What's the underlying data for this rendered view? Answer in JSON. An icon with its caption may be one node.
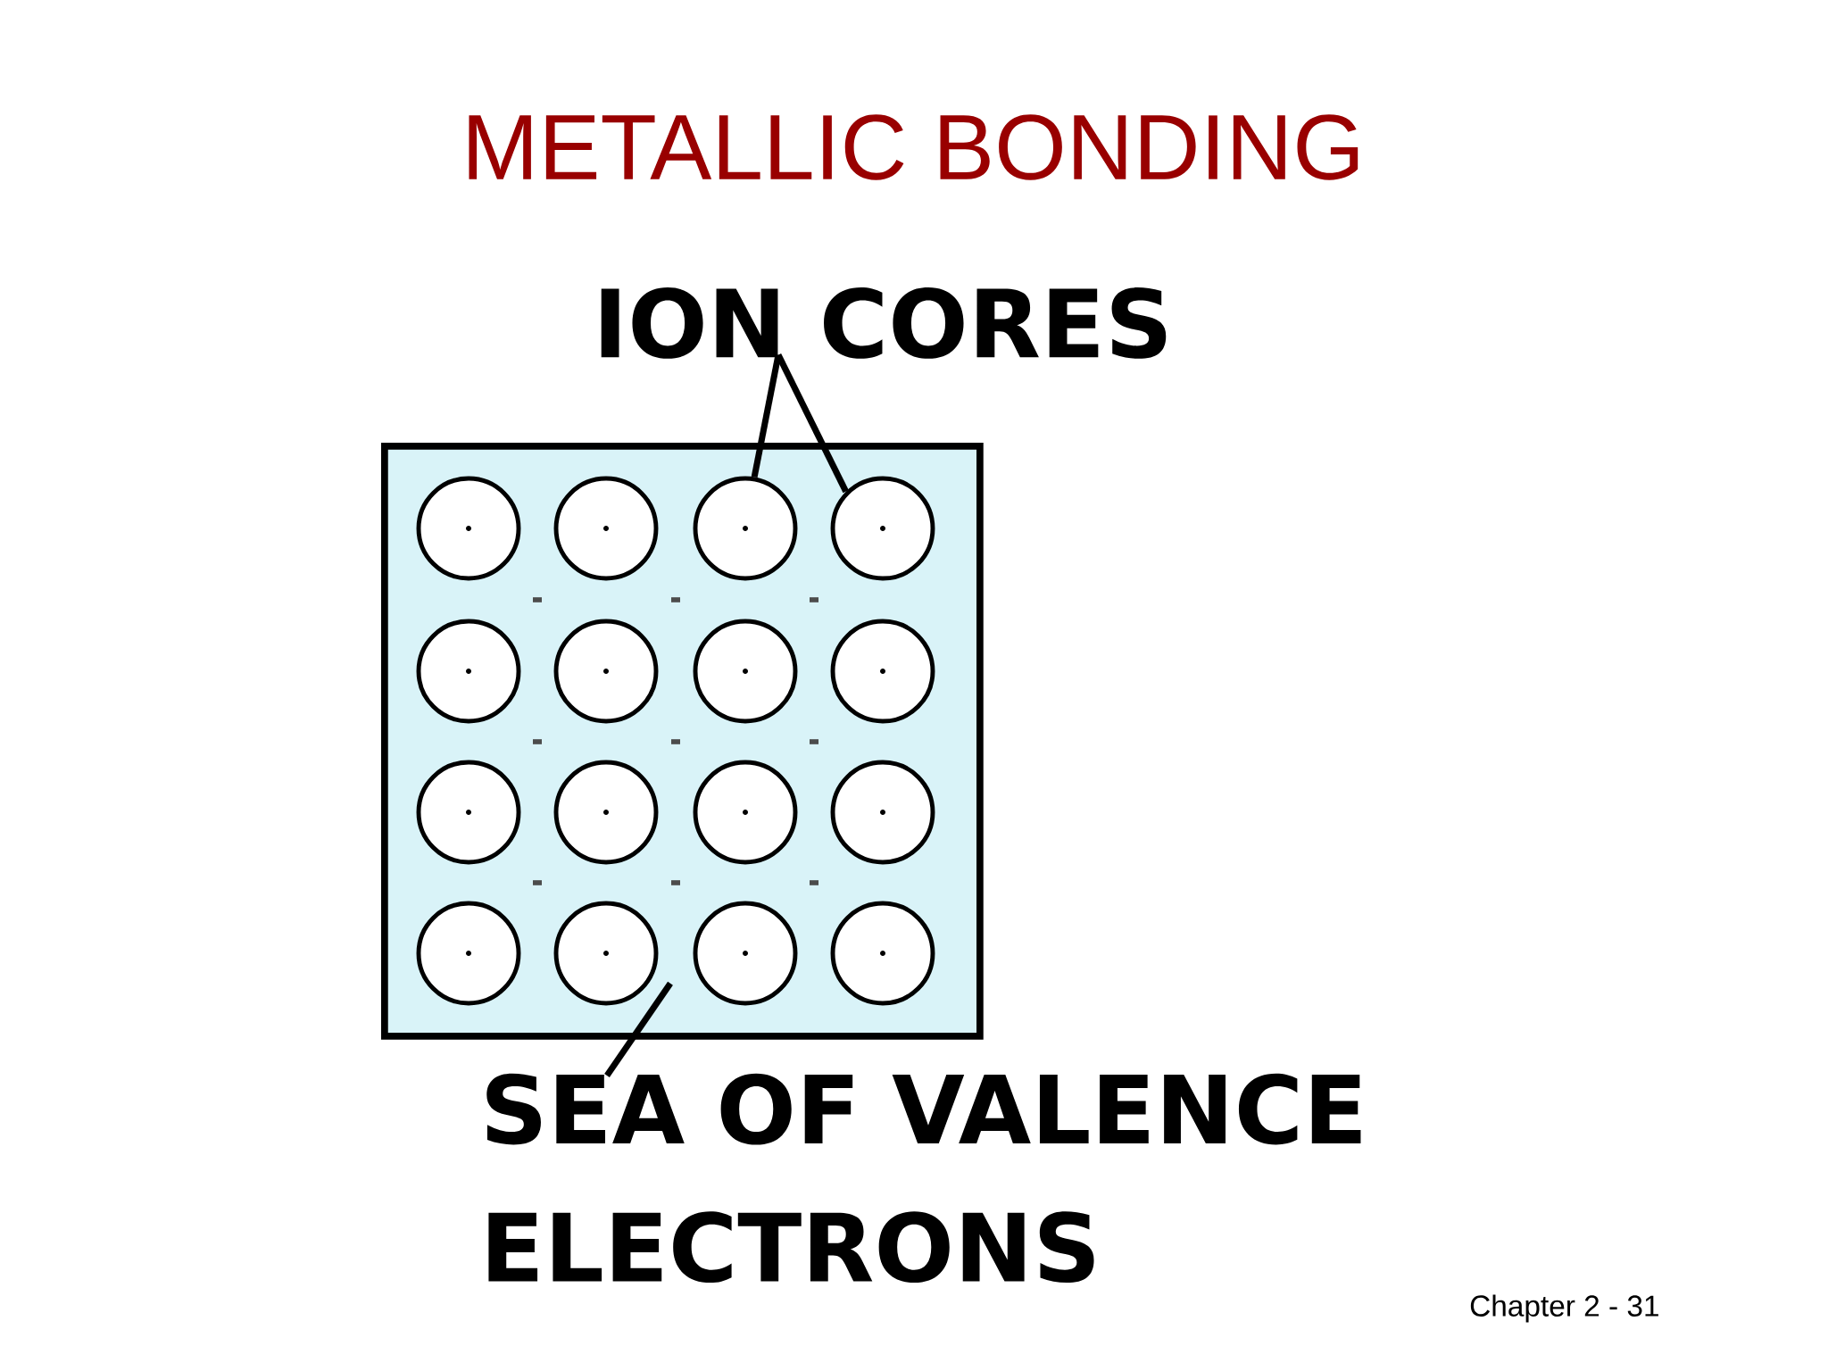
{
  "diagram": {
    "title": "METALLIC BONDING",
    "nodes": [
      {
        "text": [
          "ION CORES"
        ]
      },
      {
        "text": [],
        "shape": "box"
      },
      {
        "text": [],
        "shape": "circle",
        "in": 1
      },
      {
        "text": [],
        "shape": "circle",
        "in": 1
      },
      {
        "text": [],
        "shape": "circle",
        "in": 1
      },
      {
        "text": [],
        "shape": "circle",
        "in": 1
      },
      {
        "text": [],
        "shape": "circle",
        "in": 1
      },
      {
        "text": [],
        "shape": "circle",
        "in": 1
      },
      {
        "text": [],
        "shape": "circle",
        "in": 1
      },
      {
        "text": [],
        "shape": "circle",
        "in": 1
      },
      {
        "text": [],
        "shape": "circle",
        "in": 1
      },
      {
        "text": [],
        "shape": "circle",
        "in": 1
      },
      {
        "text": [],
        "shape": "circle",
        "in": 1
      },
      {
        "text": [],
        "shape": "circle",
        "in": 1
      },
      {
        "text": [],
        "shape": "circle",
        "in": 1
      },
      {
        "text": [],
        "shape": "circle",
        "in": 1
      },
      {
        "text": [],
        "shape": "circle",
        "in": 1
      },
      {
        "text": [],
        "shape": "circle",
        "in": 1
      },
      {
        "text": [
          "SEA OF VALENCE ELECTRONS"
        ]
      }
    ],
    "edges": [
      {
        "from": 0,
        "to": 4,
        "arrow": "none"
      },
      {
        "from": 0,
        "to": 5,
        "arrow": "none"
      },
      {
        "from": 18,
        "to": 1,
        "arrow": "none"
      }
    ],
    "labels": [
      "Chapter 2 - 31"
    ]
  }
}
